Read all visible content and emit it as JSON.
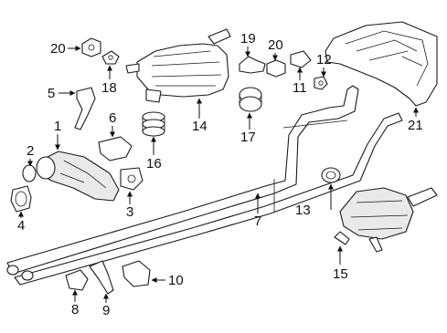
{
  "diagram": {
    "callouts": [
      "1",
      "2",
      "3",
      "4",
      "5",
      "6",
      "7",
      "8",
      "9",
      "10",
      "11",
      "12",
      "13",
      "14",
      "15",
      "16",
      "17",
      "18",
      "19",
      "20",
      "20",
      "21"
    ]
  }
}
